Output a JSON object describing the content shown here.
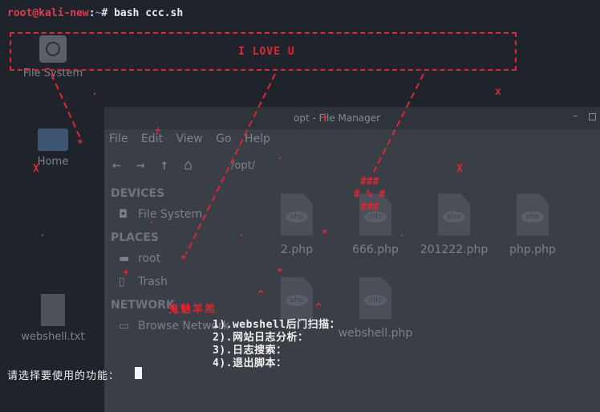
{
  "desktop": {
    "icons": [
      {
        "label": "File System",
        "icon": "drive-icon"
      },
      {
        "label": "Home",
        "icon": "home-folder-icon"
      },
      {
        "label": "webshell.txt",
        "icon": "text-file-icon"
      }
    ]
  },
  "file_manager": {
    "title": "opt - File Manager",
    "menu": [
      "File",
      "Edit",
      "View",
      "Go",
      "Help"
    ],
    "path": "/opt/",
    "sidebar": {
      "devices_header": "DEVICES",
      "devices": [
        "File System"
      ],
      "places_header": "PLACES",
      "places": [
        "root",
        "Trash"
      ],
      "network_header": "NETWORK",
      "network": [
        "Browse Network"
      ]
    },
    "files": [
      "2.php",
      "666.php",
      "201222.php",
      "php.php",
      "",
      "webshell.php"
    ]
  },
  "terminal": {
    "prompt_user": "root@kali-new",
    "prompt_sep": ":",
    "prompt_path": "~",
    "prompt_symbol": "#",
    "command": "bash ccc.sh",
    "banner": "I LOVE U",
    "signature": "鬼魅羊羔",
    "art_marks": {
      "star": "*",
      "plus": "+",
      "cross": "X",
      "small_x": "x",
      "caret": "^",
      "dot": ".",
      "hash_top": "###",
      "hash_mid": "# % #",
      "hash_bot": "###"
    },
    "menu_items": [
      "1).webshell后门扫描：",
      "2).网站日志分析：",
      "3).日志搜索：",
      "4).退出脚本："
    ],
    "input_prompt": "请选择要使用的功能：",
    "colors": {
      "accent_red": "#e0262e",
      "prompt_blue": "#4d8ee8",
      "text": "#f0f0f0"
    }
  }
}
